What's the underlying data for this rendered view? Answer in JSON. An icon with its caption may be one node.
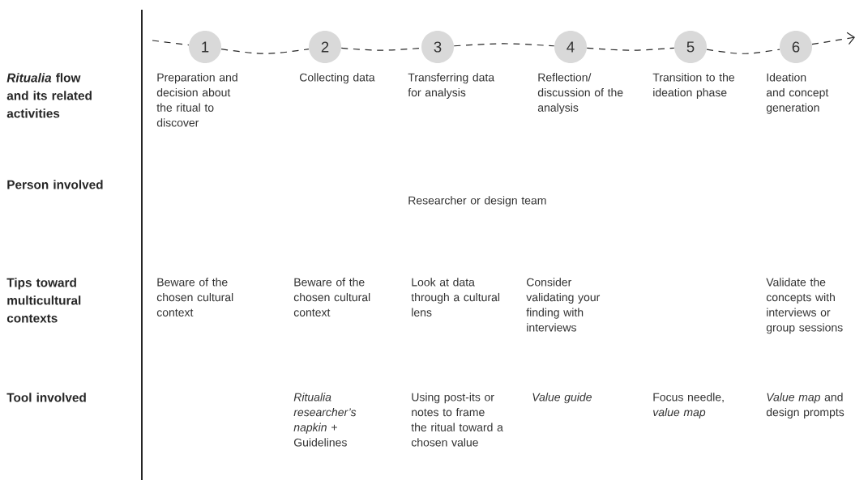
{
  "diagram": {
    "nodes": [
      {
        "text": [
          "1"
        ]
      },
      {
        "text": [
          "2"
        ]
      },
      {
        "text": [
          "3"
        ]
      },
      {
        "text": [
          "4"
        ]
      },
      {
        "text": [
          "5"
        ]
      },
      {
        "text": [
          "6"
        ]
      }
    ],
    "edges": [
      {
        "from": null,
        "to": 0,
        "arrow": "none",
        "style": "dashed"
      },
      {
        "from": 0,
        "to": 1,
        "arrow": "none",
        "style": "dashed"
      },
      {
        "from": 1,
        "to": 2,
        "arrow": "none",
        "style": "dashed"
      },
      {
        "from": 2,
        "to": 3,
        "arrow": "none",
        "style": "dashed"
      },
      {
        "from": 3,
        "to": 4,
        "arrow": "none",
        "style": "dashed"
      },
      {
        "from": 4,
        "to": 5,
        "arrow": "none",
        "style": "dashed"
      },
      {
        "from": 5,
        "to": null,
        "arrow": "to",
        "style": "dashed"
      }
    ],
    "labels": [
      "*Ritualia* flow and its related activities",
      "Preparation and decision about the ritual to discover",
      "Collecting data",
      "Transferring data for analysis",
      "Reflection/ discussion of the analysis",
      "Transition to the ideation phase",
      "Ideation and concept generation",
      "Person involved",
      "Researcher or design team",
      "Tips toward multicultural contexts",
      "Beware of the chosen cultural context",
      "Beware of the chosen cultural context",
      "Look at data through a cultural lens",
      "Consider validating your finding with interviews",
      "Validate the concepts with interviews or group sessions",
      "Tool involved",
      "*Ritualia researcher’s napkin +* Guidelines",
      "Using post-its or notes to frame the ritual toward a chosen value",
      "*Value guide*",
      "Focus needle, *value map*",
      "*Value map* and design prompts"
    ]
  }
}
